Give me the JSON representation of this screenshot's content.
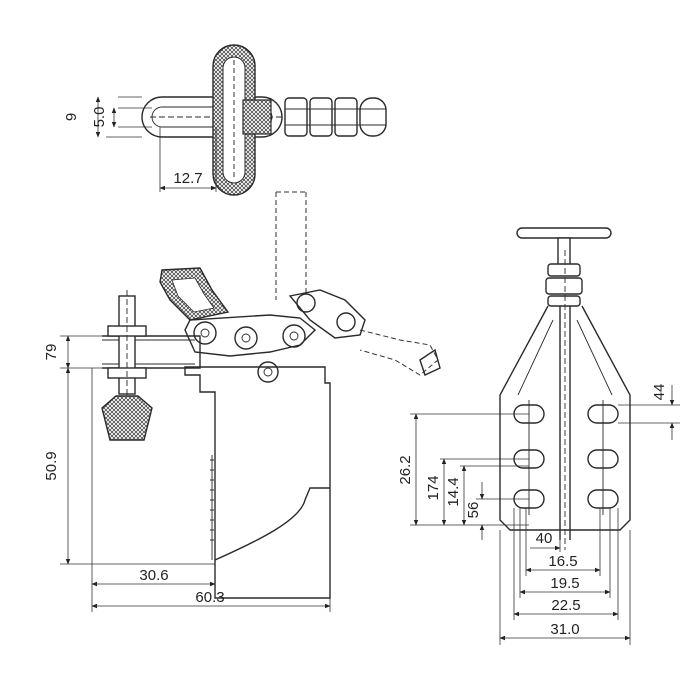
{
  "drawing": {
    "top_view_dims": {
      "d9": "9",
      "d50": "5.0",
      "d127": "12.7"
    },
    "side_view_dims": {
      "d79": "79",
      "d509": "50.9",
      "d306": "30.6",
      "d603": "60.3"
    },
    "front_view_dims": {
      "d44": "44",
      "d262": "26.2",
      "d174": "174",
      "d144": "14.4",
      "d56": "56",
      "d40": "40",
      "d165": "16.5",
      "d195": "19.5",
      "d225": "22.5",
      "d310": "31.0"
    }
  }
}
